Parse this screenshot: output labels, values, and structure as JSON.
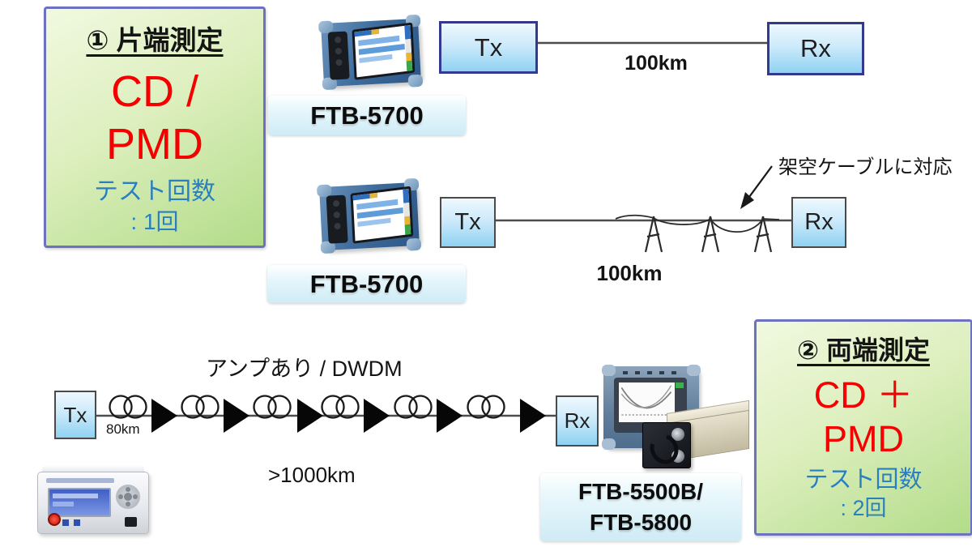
{
  "panel_one": {
    "title": "① 片端測定",
    "measure_line1": "CD /",
    "measure_line2": "PMD",
    "count_label": "テスト回数",
    "count_value": ": 1回"
  },
  "panel_two": {
    "title": "② 両端測定",
    "measure_line1": "CD ＋",
    "measure_line2": "PMD",
    "count_label": "テスト回数",
    "count_value": ": 2回"
  },
  "link_top": {
    "tx": "Tx",
    "rx": "Rx",
    "distance": "100km",
    "device": "FTB-5700"
  },
  "link_middle": {
    "tx": "Tx",
    "rx": "Rx",
    "distance": "100km",
    "device": "FTB-5700",
    "annotation": "架空ケーブルに対応"
  },
  "link_bottom": {
    "tx": "Tx",
    "rx": "Rx",
    "title": "アンプあり / DWDM",
    "first_span": "80km",
    "distance": ">1000km",
    "device_line1": "FTB-5500B/",
    "device_line2": "FTB-5800"
  },
  "colors": {
    "accent_red": "#f40000",
    "accent_blue": "#2a7fc0",
    "panel_border": "#6d72c0",
    "panel_fill_top": "#f1f9e0",
    "panel_fill_bottom": "#b2dc89",
    "node_fill_top": "#eef8fe",
    "node_fill_bottom": "#8fd2f2",
    "node_border_blue": "#35388f",
    "node_border_gray": "#4a4a4a",
    "plate_fill": "#cfebf5"
  }
}
